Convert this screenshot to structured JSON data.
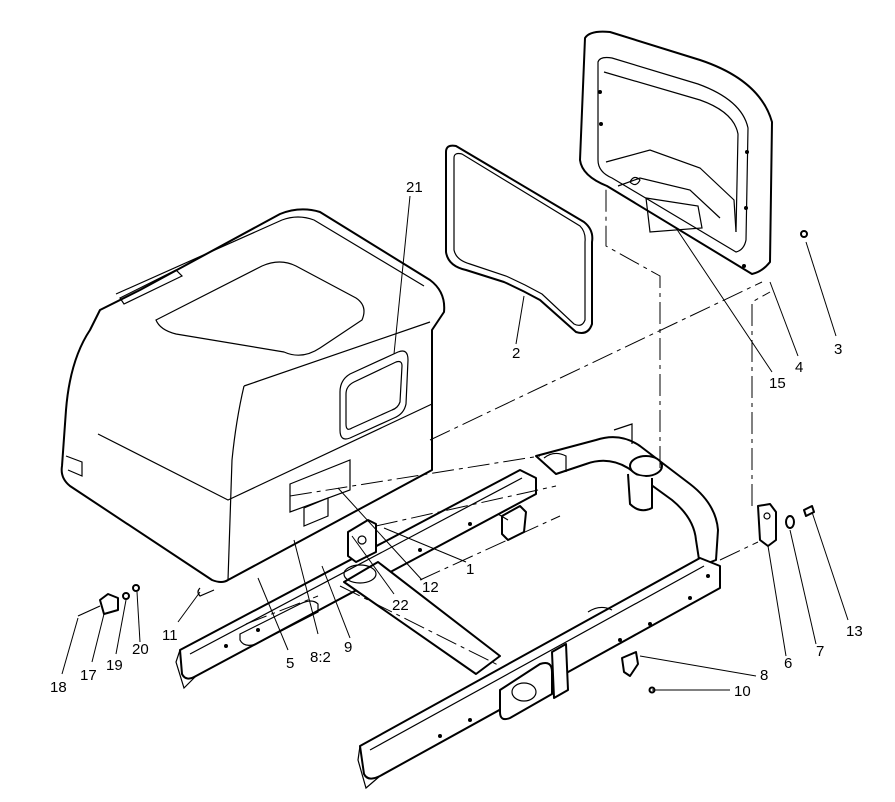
{
  "callouts": [
    {
      "id": "c1",
      "label": "1"
    },
    {
      "id": "c2",
      "label": "2"
    },
    {
      "id": "c3",
      "label": "3"
    },
    {
      "id": "c4",
      "label": "4"
    },
    {
      "id": "c5",
      "label": "5"
    },
    {
      "id": "c6",
      "label": "6"
    },
    {
      "id": "c7",
      "label": "7"
    },
    {
      "id": "c8",
      "label": "8"
    },
    {
      "id": "c8b",
      "label": "8:2"
    },
    {
      "id": "c9",
      "label": "9"
    },
    {
      "id": "c10",
      "label": "10"
    },
    {
      "id": "c11",
      "label": "11"
    },
    {
      "id": "c12",
      "label": "12"
    },
    {
      "id": "c13",
      "label": "13"
    },
    {
      "id": "c15",
      "label": "15"
    },
    {
      "id": "c17",
      "label": "17"
    },
    {
      "id": "c18",
      "label": "18"
    },
    {
      "id": "c19",
      "label": "19"
    },
    {
      "id": "c20",
      "label": "20"
    },
    {
      "id": "c21",
      "label": "21"
    },
    {
      "id": "c22",
      "label": "22"
    }
  ]
}
